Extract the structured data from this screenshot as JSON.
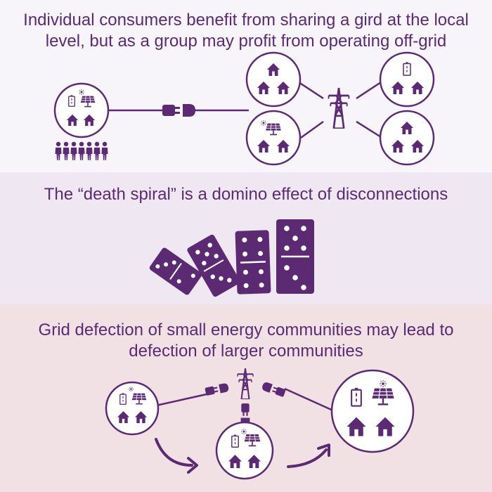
{
  "sections": [
    {
      "title_line1": "Individual consumers benefit from sharing a gird at the local",
      "title_line2": "level, but as a group may profit from operating off-grid"
    },
    {
      "title_line1": "The “death spiral” is a domino effect of disconnections"
    },
    {
      "title_line1": "Grid defection of small energy communities may lead to",
      "title_line2": "defection of larger communities"
    }
  ],
  "colors": {
    "ink": "#5b2a72",
    "band1": "#f8f5fa",
    "band2": "#efe8f3",
    "band3": "#f1e1e4"
  },
  "icons": [
    "house-icon",
    "battery-icon",
    "solar-panel-icon",
    "sun-icon",
    "plug-icon",
    "transmission-tower-icon",
    "people-group-icon",
    "domino-icon",
    "curved-arrow-icon"
  ]
}
